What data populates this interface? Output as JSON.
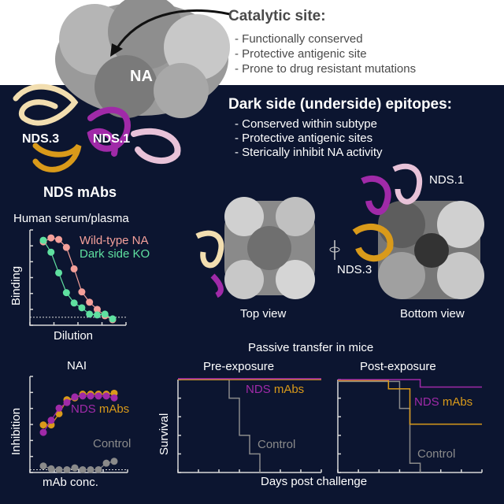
{
  "catalytic": {
    "title": "Catalytic site:",
    "bullets": [
      "- Functionally conserved",
      "- Protective antigenic site",
      "- Prone to drug resistant mutations"
    ]
  },
  "dark_side": {
    "title": "Dark side (underside) epitopes:",
    "bullets": [
      "- Conserved within subtype",
      "- Protective antigenic sites",
      "- Sterically inhibit NA activity"
    ]
  },
  "structure_labels": {
    "na": "NA",
    "nds3": "NDS.3",
    "nds1": "NDS.1",
    "nds_mabs": "NDS mAbs",
    "nds1_right": "NDS.1",
    "nds3_right": "NDS.3",
    "top_view": "Top view",
    "bottom_view": "Bottom view"
  },
  "colors": {
    "background": "#0c1530",
    "wild_type": "#f4a09a",
    "dark_side_ko": "#5fe0a0",
    "nds1": "#a02aa8",
    "nds3": "#d99a1a",
    "control": "#8a8a8a",
    "nds_pink": "#e8c2d8",
    "nds_cream": "#f2deb0"
  },
  "chart_data": [
    {
      "type": "line",
      "title": "Human serum/plasma",
      "xlabel": "Dilution",
      "ylabel": "Binding",
      "x": [
        1,
        2,
        3,
        4,
        5,
        6,
        7,
        8,
        9,
        10
      ],
      "ylim": [
        -0.1,
        1.1
      ],
      "series": [
        {
          "name": "Wild-type NA",
          "color": "#f4a09a",
          "values": [
            0.95,
            1.0,
            0.98,
            0.88,
            0.61,
            0.32,
            0.19,
            0.1,
            0.02,
            -0.03
          ]
        },
        {
          "name": "Dark side KO",
          "color": "#5fe0a0",
          "values": [
            0.97,
            0.82,
            0.56,
            0.31,
            0.18,
            0.12,
            0.04,
            0.03,
            0.04,
            -0.02
          ]
        }
      ]
    },
    {
      "type": "line",
      "title": "NAI",
      "xlabel": "mAb conc.",
      "ylabel": "Inhibition",
      "x": [
        1,
        2,
        3,
        4,
        5,
        6,
        7,
        8,
        9,
        10
      ],
      "ylim": [
        -0.03,
        1.0
      ],
      "label_nds": "NDS",
      "label_mabs": "mAbs",
      "label_control": "Control",
      "series": [
        {
          "name": "NDS.3",
          "color": "#d99a1a",
          "values": [
            0.48,
            0.48,
            0.6,
            0.75,
            0.77,
            0.81,
            0.81,
            0.81,
            0.81,
            0.82
          ]
        },
        {
          "name": "NDS.1",
          "color": "#a02aa8",
          "values": [
            0.4,
            0.53,
            0.66,
            0.72,
            0.78,
            0.79,
            0.79,
            0.79,
            0.79,
            0.77
          ]
        },
        {
          "name": "Control",
          "color": "#8a8a8a",
          "values": [
            0.04,
            0.01,
            0,
            0,
            0.02,
            0,
            0,
            0,
            0.07,
            0.09
          ]
        }
      ]
    },
    {
      "type": "line",
      "title": "Pre-exposure",
      "suptitle": "Passive transfer in mice",
      "xlabel": "Days post challenge",
      "ylabel": "Survival",
      "xlim": [
        0,
        7
      ],
      "ylim": [
        0,
        100
      ],
      "label_nds": "NDS",
      "label_mabs": "mAbs",
      "label_control": "Control",
      "series": [
        {
          "name": "Control",
          "color": "#8a8a8a",
          "steps": [
            [
              0,
              100
            ],
            [
              2.5,
              80
            ],
            [
              3,
              40
            ],
            [
              3.5,
              20
            ],
            [
              4,
              0
            ],
            [
              4,
              0
            ]
          ]
        },
        {
          "name": "NDS.3",
          "color": "#d99a1a",
          "steps": [
            [
              0,
              100
            ],
            [
              7,
              100
            ]
          ]
        },
        {
          "name": "NDS.1",
          "color": "#a02aa8",
          "steps": [
            [
              0,
              101
            ],
            [
              7,
              101
            ]
          ]
        }
      ]
    },
    {
      "type": "line",
      "title": "Post-exposure",
      "xlim": [
        0,
        7
      ],
      "ylim": [
        0,
        100
      ],
      "label_nds": "NDS",
      "label_mabs": "mAbs",
      "label_control": "Control",
      "series": [
        {
          "name": "Control",
          "color": "#8a8a8a",
          "steps": [
            [
              0,
              98
            ],
            [
              3,
              69
            ],
            [
              3.5,
              10
            ],
            [
              4,
              0
            ],
            [
              4,
              0
            ]
          ]
        },
        {
          "name": "NDS.3",
          "color": "#d99a1a",
          "steps": [
            [
              0,
              99
            ],
            [
              2.46,
              90
            ],
            [
              3.5,
              52
            ],
            [
              7,
              52
            ]
          ]
        },
        {
          "name": "NDS.1",
          "color": "#a02aa8",
          "steps": [
            [
              0,
              100
            ],
            [
              4,
              92
            ],
            [
              7,
              92
            ]
          ]
        }
      ]
    }
  ]
}
